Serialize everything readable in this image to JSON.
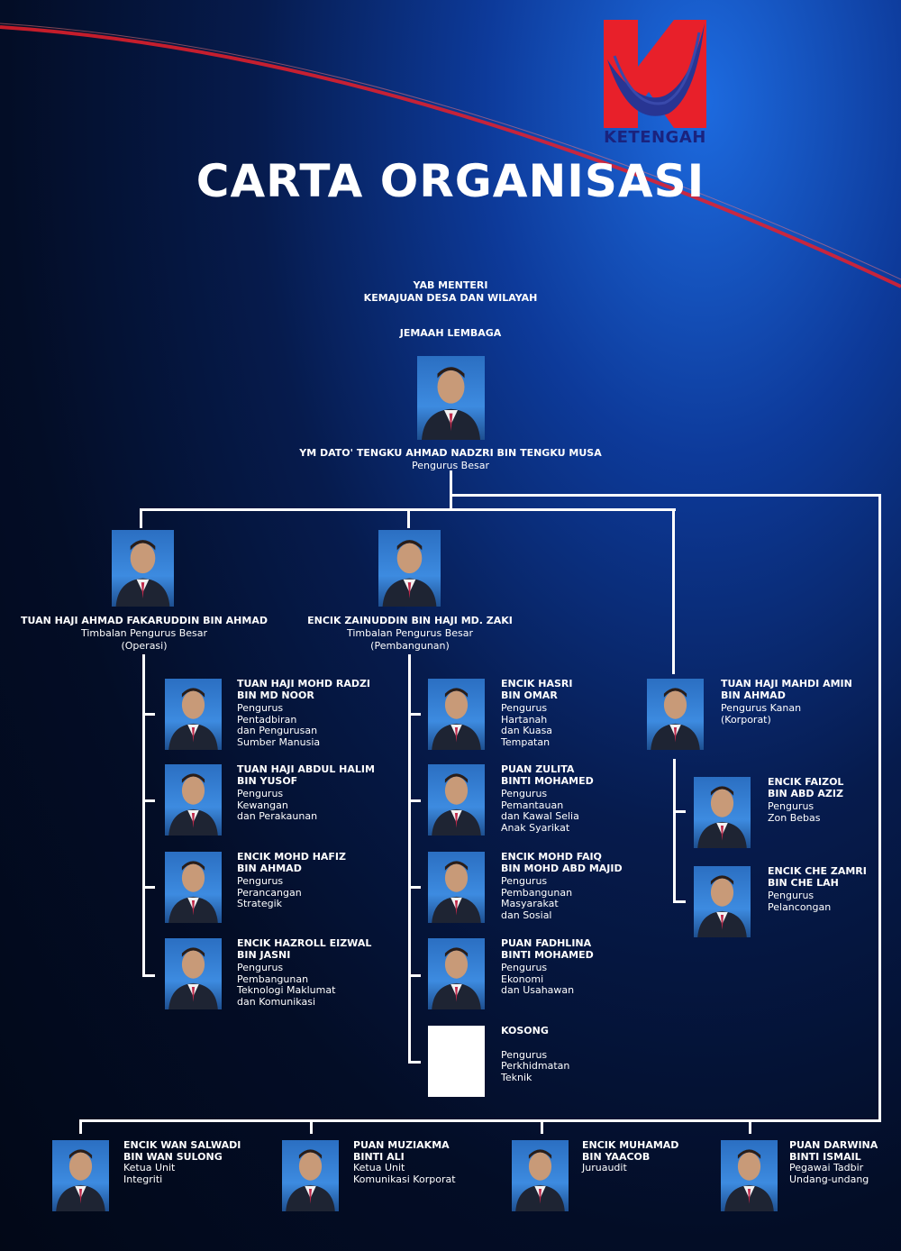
{
  "logo": {
    "text": "KETENGAH"
  },
  "title": "CARTA ORGANISASI",
  "top": {
    "minister": [
      "YAB MENTERI",
      "KEMAJUAN DESA DAN WILAYAH"
    ],
    "board": "JEMAAH LEMBAGA"
  },
  "gm": {
    "name": "YM DATO' TENGKU AHMAD NADZRI BIN TENGKU MUSA",
    "role": "Pengurus Besar"
  },
  "deputies": [
    {
      "name": "TUAN HAJI AHMAD FAKARUDDIN BIN AHMAD",
      "role": "Timbalan Pengurus Besar",
      "unit": "(Operasi)"
    },
    {
      "name": "ENCIK ZAINUDDIN BIN HAJI MD. ZAKI",
      "role": "Timbalan Pengurus Besar",
      "unit": "(Pembangunan)"
    }
  ],
  "col1": [
    {
      "name": [
        "TUAN HAJI MOHD RADZI",
        "BIN MD NOOR"
      ],
      "role": [
        "Pengurus",
        "Pentadbiran",
        "dan Pengurusan",
        "Sumber Manusia"
      ]
    },
    {
      "name": [
        "TUAN HAJI ABDUL HALIM",
        "BIN YUSOF"
      ],
      "role": [
        "Pengurus",
        "Kewangan",
        "dan Perakaunan"
      ]
    },
    {
      "name": [
        "ENCIK MOHD HAFIZ",
        "BIN AHMAD"
      ],
      "role": [
        "Pengurus",
        "Perancangan",
        "Strategik"
      ]
    },
    {
      "name": [
        "ENCIK HAZROLL EIZWAL",
        "BIN JASNI"
      ],
      "role": [
        "Pengurus",
        "Pembangunan",
        "Teknologi Maklumat",
        "dan Komunikasi"
      ]
    }
  ],
  "col2": [
    {
      "name": [
        "ENCIK HASRI",
        "BIN OMAR"
      ],
      "role": [
        "Pengurus",
        "Hartanah",
        "dan Kuasa",
        "Tempatan"
      ]
    },
    {
      "name": [
        "PUAN ZULITA",
        "BINTI MOHAMED"
      ],
      "role": [
        "Pengurus",
        "Pemantauan",
        "dan Kawal Selia",
        "Anak Syarikat"
      ]
    },
    {
      "name": [
        "ENCIK MOHD FAIQ",
        "BIN MOHD ABD MAJID"
      ],
      "role": [
        "Pengurus",
        "Pembangunan",
        "Masyarakat",
        "dan Sosial"
      ]
    },
    {
      "name": [
        "PUAN FADHLINA",
        "BINTI MOHAMED"
      ],
      "role": [
        "Pengurus",
        "Ekonomi",
        "dan Usahawan"
      ]
    },
    {
      "name": [
        "KOSONG"
      ],
      "role": [
        "",
        "Pengurus",
        "Perkhidmatan",
        "Teknik"
      ]
    }
  ],
  "senior": {
    "name": [
      "TUAN HAJI MAHDI AMIN",
      "BIN AHMAD"
    ],
    "role": [
      "Pengurus Kanan",
      "(Korporat)"
    ]
  },
  "col3": [
    {
      "name": [
        "ENCIK FAIZOL",
        "BIN ABD AZIZ"
      ],
      "role": [
        "Pengurus",
        "Zon Bebas"
      ]
    },
    {
      "name": [
        "ENCIK CHE ZAMRI",
        "BIN CHE LAH"
      ],
      "role": [
        "Pengurus",
        "Pelancongan"
      ]
    }
  ],
  "bottom": [
    {
      "name": [
        "ENCIK WAN SALWADI",
        "BIN WAN SULONG"
      ],
      "role": [
        "Ketua Unit",
        "Integriti"
      ]
    },
    {
      "name": [
        "PUAN MUZIAKMA",
        "BINTI ALI"
      ],
      "role": [
        "Ketua Unit",
        "Komunikasi Korporat"
      ]
    },
    {
      "name": [
        "ENCIK MUHAMAD",
        "BIN YAACOB"
      ],
      "role": [
        "Juruaudit"
      ]
    },
    {
      "name": [
        "PUAN DARWINA",
        "BINTI ISMAIL"
      ],
      "role": [
        "Pegawai Tadbir",
        "Undang-undang"
      ]
    }
  ],
  "colors": {
    "bg_dark": "#020817",
    "bg_blue": "#1d6be0",
    "streak_red": "#e8202a",
    "logo_red": "#e8202a",
    "logo_navy": "#1a237e",
    "lines": "#ffffff"
  }
}
